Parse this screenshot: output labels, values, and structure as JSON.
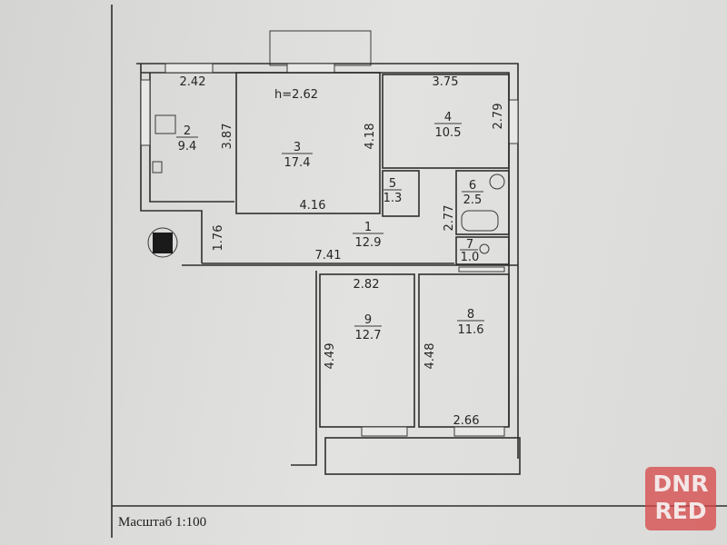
{
  "plan": {
    "ceiling_height": "h=2.62",
    "rooms": [
      {
        "number": "1",
        "area": "12.9"
      },
      {
        "number": "2",
        "area": "9.4"
      },
      {
        "number": "3",
        "area": "17.4"
      },
      {
        "number": "4",
        "area": "10.5"
      },
      {
        "number": "5",
        "area": "1.3"
      },
      {
        "number": "6",
        "area": "2.5"
      },
      {
        "number": "7",
        "area": "1.0"
      },
      {
        "number": "8",
        "area": "11.6"
      },
      {
        "number": "9",
        "area": "12.7"
      }
    ],
    "dimensions": {
      "kitchen_width": "2.42",
      "kitchen_depth": "3.87",
      "living_width": "4.16",
      "living_depth": "4.18",
      "room4_width": "3.75",
      "room4_depth": "2.79",
      "bath_length": "2.77",
      "hall_width": "1.76",
      "hall_length": "7.41",
      "room9_width": "2.82",
      "room9_depth": "4.49",
      "room8_depth": "4.48",
      "room8_width": "2.66"
    }
  },
  "footer": {
    "scale": "Масштаб 1:100"
  },
  "watermark": {
    "line1": "DNR",
    "line2": "RED"
  }
}
